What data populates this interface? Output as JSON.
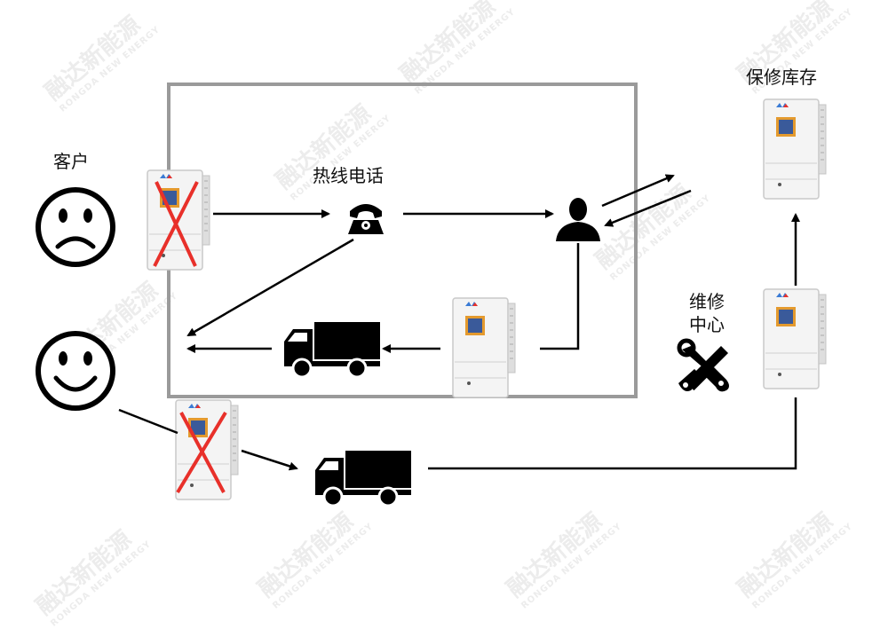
{
  "labels": {
    "customer": "客户",
    "hotline": "热线电话",
    "warranty_stock": "保修库存",
    "repair_center_line1": "维修",
    "repair_center_line2": "中心"
  },
  "watermark": {
    "brand": "融达新能源",
    "brand_en": "RONGDA NEW ENERGY"
  },
  "colors": {
    "arrow": "#000000",
    "box_border": "#9a9a9a",
    "cross": "#e8302a",
    "inverter_screen": "#3a5a9a",
    "inverter_screen_frame": "#e49a2e"
  },
  "icons": {
    "sad_face": "sad-face-icon",
    "happy_face": "happy-face-icon",
    "phone": "telephone-icon",
    "person": "person-icon",
    "truck": "truck-icon",
    "tools": "wrench-screwdriver-icon",
    "inverter": "inverter-device-icon"
  }
}
